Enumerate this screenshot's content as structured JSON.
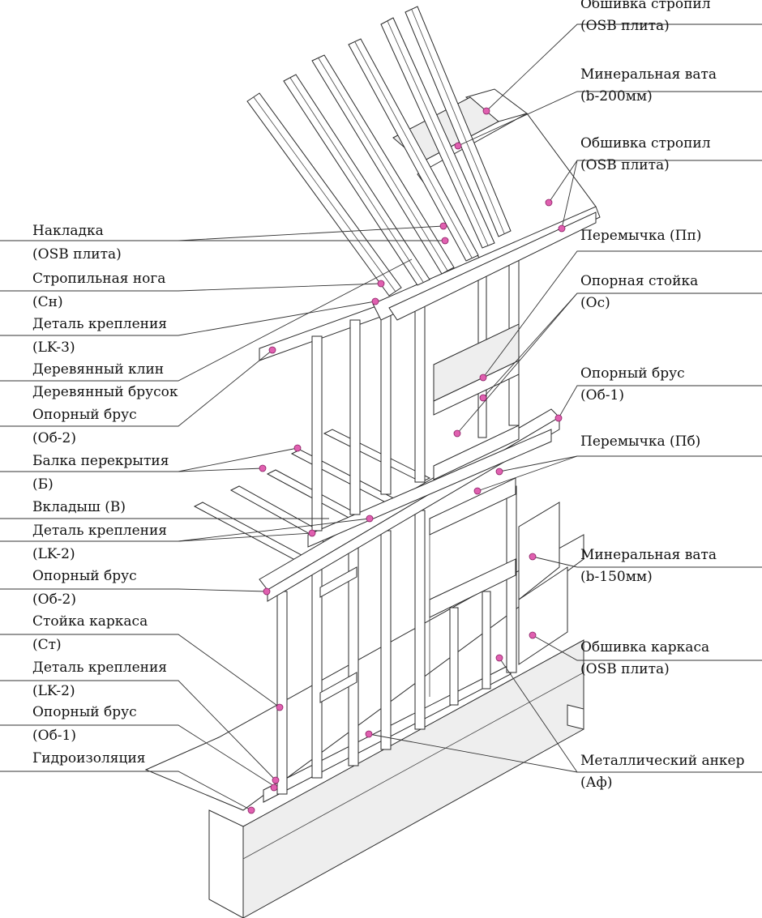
{
  "labels": {
    "right": [
      {
        "line1": "Обшивка стропил",
        "line2": "(OSB плита)"
      },
      {
        "line1": "Минеральная вата",
        "line2": "(b-200мм)"
      },
      {
        "line1": "Обшивка стропил",
        "line2": "(OSB плита)"
      },
      {
        "line1": "Перемычка (Пп)",
        "line2": ""
      },
      {
        "line1": "Опорная стойка",
        "line2": "(Ос)"
      },
      {
        "line1": "Опорный брус",
        "line2": "(Об-1)"
      },
      {
        "line1": "Перемычка  (Пб)",
        "line2": ""
      },
      {
        "line1": "Минеральная вата",
        "line2": "(b-150мм)"
      },
      {
        "line1": "Обшивка каркаса",
        "line2": "(OSB плита)"
      },
      {
        "line1": "Металлический анкер",
        "line2": "(Аф)"
      }
    ],
    "left": [
      {
        "line1": "Накладка",
        "line2": "(OSB плита)"
      },
      {
        "line1": "Стропильная нога",
        "line2": "(Сн)"
      },
      {
        "line1": "Деталь крепления",
        "line2": "(LK-3)"
      },
      {
        "line1": "Деревянный клин",
        "line2": ""
      },
      {
        "line1": "Деревянный брусок",
        "line2": ""
      },
      {
        "line1": "Опорный брус",
        "line2": "(Об-2)"
      },
      {
        "line1": "Балка перекрытия",
        "line2": "(Б)"
      },
      {
        "line1": "Вкладыш (В)",
        "line2": ""
      },
      {
        "line1": "Деталь крепления",
        "line2": "(LK-2)"
      },
      {
        "line1": "Опорный брус",
        "line2": "(Об-2)"
      },
      {
        "line1": "Стойка каркаса",
        "line2": "(Ст)"
      },
      {
        "line1": "Деталь крепления",
        "line2": "(LK-2)"
      },
      {
        "line1": "Опорный брус",
        "line2": "(Об-1)"
      },
      {
        "line1": "Гидроизоляция",
        "line2": ""
      }
    ]
  },
  "colors": {
    "marker": "#e060b0",
    "line": "#333333"
  }
}
